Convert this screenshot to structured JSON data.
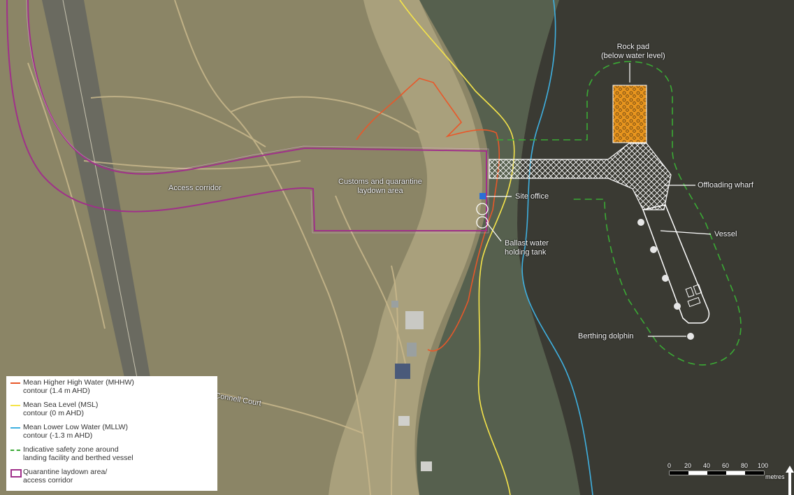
{
  "labels": {
    "rock_pad": "Rock pad\n(below water level)",
    "offloading_wharf": "Offloading wharf",
    "site_office": "Site office",
    "vessel": "Vessel",
    "ballast_tank": "Ballast water\nholding tank",
    "berthing_dolphin": "Berthing dolphin",
    "access_corridor": "Access corridor",
    "laydown_area": "Customs and quarantine\nlaydown area",
    "road": "O'Connell Court"
  },
  "legend": {
    "items": [
      {
        "label": "Mean Higher High Water (MHHW)\ncontour (1.4 m AHD)",
        "color": "#e8582a",
        "style": "line"
      },
      {
        "label": "Mean Sea Level (MSL)\ncontour (0 m AHD)",
        "color": "#f5e44a",
        "style": "line"
      },
      {
        "label": "Mean Lower Low Water (MLLW)\ncontour (-1.3 m AHD)",
        "color": "#3fb0e0",
        "style": "line"
      },
      {
        "label": "Indicative safety zone around\nlanding facility and berthed vessel",
        "color": "#3aaa35",
        "style": "dashed"
      },
      {
        "label": "Quarantine laydown area/\naccess corridor",
        "color": "#a0308a",
        "style": "box"
      }
    ]
  },
  "scale": {
    "ticks": [
      "0",
      "20",
      "40",
      "60",
      "80",
      "100"
    ],
    "unit": "metres"
  },
  "colors": {
    "land": "#8a8565",
    "water": "#3a3a33",
    "mhhw": "#e8582a",
    "msl": "#f5e44a",
    "mllw": "#3fb0e0",
    "safety": "#3aaa35",
    "quarantine": "#a0308a",
    "rockpad": "#e8951e",
    "office": "#2b6fd6"
  }
}
